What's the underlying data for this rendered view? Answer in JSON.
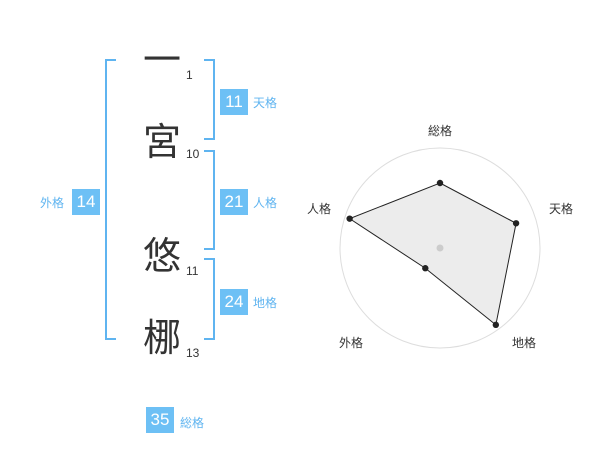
{
  "colors": {
    "accent": "#5fb4f0",
    "badge_bg": "#6dc0f5",
    "label": "#5fb4f0",
    "text": "#333333"
  },
  "name": {
    "characters": [
      {
        "char": "一",
        "strokes": "1"
      },
      {
        "char": "宮",
        "strokes": "10"
      },
      {
        "char": "悠",
        "strokes": "11"
      },
      {
        "char": "梛",
        "strokes": "13"
      }
    ]
  },
  "kaku": {
    "tenkaku": {
      "value": "11",
      "label": "天格"
    },
    "jinkaku": {
      "value": "21",
      "label": "人格"
    },
    "chikaku": {
      "value": "24",
      "label": "地格"
    },
    "gaikaku": {
      "value": "14",
      "label": "外格"
    },
    "soukaku": {
      "value": "35",
      "label": "総格"
    }
  },
  "radar": {
    "labels": [
      "総格",
      "天格",
      "地格",
      "外格",
      "人格"
    ],
    "values": [
      0.65,
      0.8,
      0.95,
      0.25,
      0.95
    ],
    "rings": 5
  }
}
